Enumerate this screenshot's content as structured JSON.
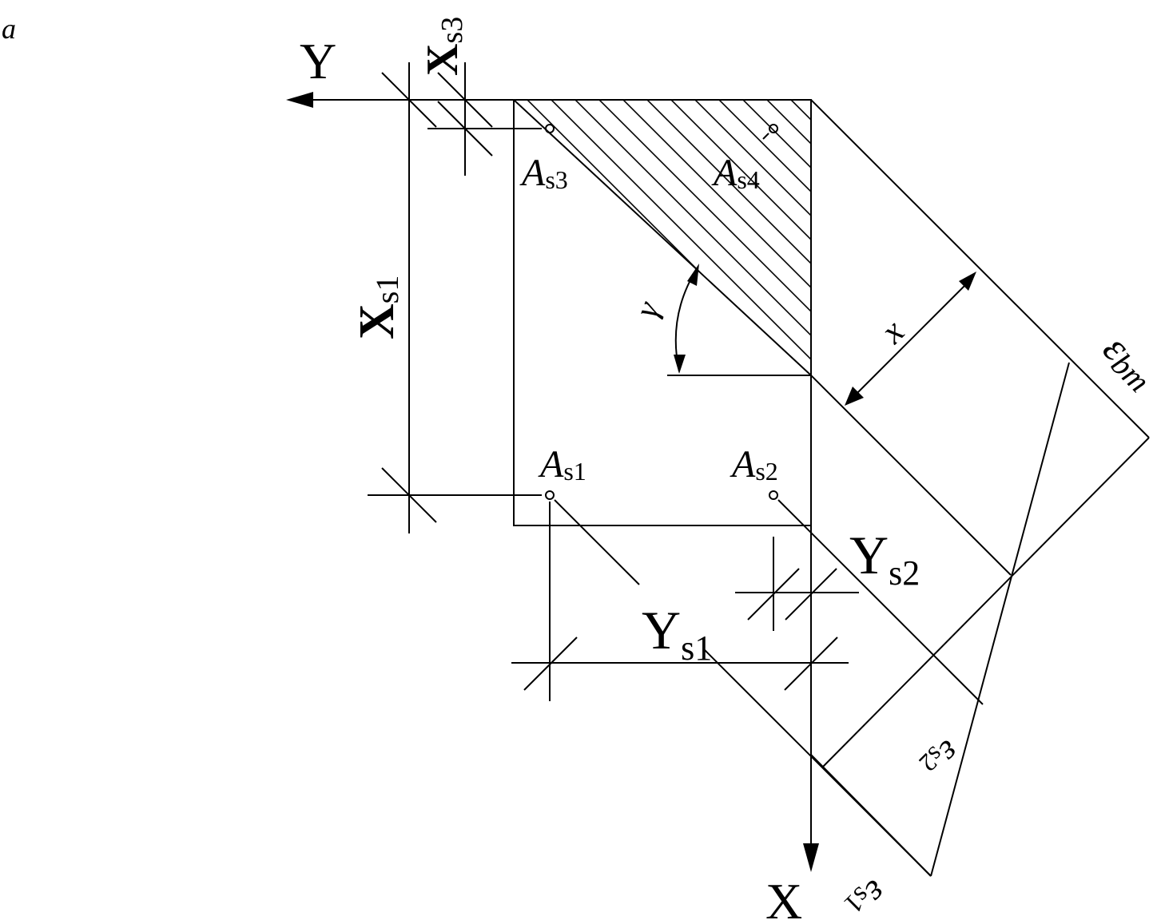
{
  "figure_label": "a",
  "axes": {
    "x": "X",
    "y": "Y"
  },
  "rebars": [
    {
      "main": "A",
      "sub": "s1"
    },
    {
      "main": "A",
      "sub": "s2"
    },
    {
      "main": "A",
      "sub": "s3"
    },
    {
      "main": "A",
      "sub": "s4"
    }
  ],
  "dimensions": {
    "xs1": {
      "main": "X",
      "sub": "s1"
    },
    "xs3": {
      "main": "X",
      "sub": "s3"
    },
    "ys1": {
      "main": "Y",
      "sub": "s1"
    },
    "ys2": {
      "main": "Y",
      "sub": "s2"
    }
  },
  "angle_label": "γ",
  "depth_label": "x",
  "strains": {
    "bm": {
      "main": "ε",
      "sub": "bm"
    },
    "s1": {
      "main": "ε",
      "sub": "s1"
    },
    "s2": {
      "main": "ε",
      "sub": "s2"
    }
  }
}
